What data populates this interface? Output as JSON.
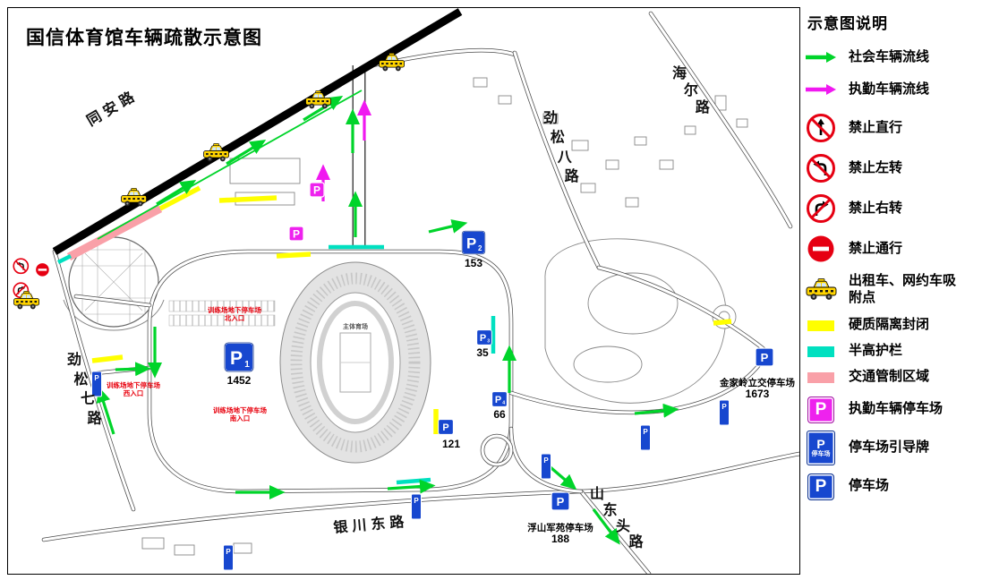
{
  "title": "国信体育馆车辆疏散示意图",
  "glyphs": {
    "p": "P"
  },
  "map": {
    "roads": [
      {
        "name": "同安路"
      },
      {
        "name": "劲松七路"
      },
      {
        "name": "劲松八路"
      },
      {
        "name": "海尔路"
      },
      {
        "name": "银川东路"
      },
      {
        "name": "山东头路"
      }
    ],
    "stadium_label": "主体育场",
    "entrances": [
      {
        "line1": "训练场地下停车场",
        "line2": "北入口"
      },
      {
        "line1": "训练场地下停车场",
        "line2": "西入口"
      },
      {
        "line1": "训练场地下停车场",
        "line2": "南入口"
      }
    ],
    "parkings": [
      {
        "letter": "P",
        "sub": "1",
        "count": "1452"
      },
      {
        "letter": "P",
        "sub": "2",
        "count": "153"
      },
      {
        "letter": "P",
        "sub": "3",
        "count": "35"
      },
      {
        "letter": "P",
        "sub": "4",
        "count": "66"
      },
      {
        "letter": "P",
        "sub": "",
        "count": "121"
      },
      {
        "letter": "P",
        "sub": "",
        "count": "1673",
        "name": "金家岭立交停车场"
      },
      {
        "letter": "P",
        "sub": "",
        "count": "188",
        "name": "浮山军苑停车场"
      }
    ]
  },
  "legend": {
    "title": "示意图说明",
    "items": [
      {
        "icon": "green-arrow",
        "label": "社会车辆流线"
      },
      {
        "icon": "magenta-arrow",
        "label": "执勤车辆流线"
      },
      {
        "icon": "no-straight-sign",
        "label": "禁止直行"
      },
      {
        "icon": "no-left-turn-sign",
        "label": "禁止左转"
      },
      {
        "icon": "no-right-turn-sign",
        "label": "禁止右转"
      },
      {
        "icon": "no-entry-sign",
        "label": "禁止通行"
      },
      {
        "icon": "taxi-icon",
        "label": "出租车、网约车吸附点"
      },
      {
        "icon": "yellow-barrier-swatch",
        "label": "硬质隔离封闭"
      },
      {
        "icon": "half-height-fence-swatch",
        "label": "半高护栏"
      },
      {
        "icon": "traffic-control-swatch",
        "label": "交通管制区域"
      },
      {
        "icon": "duty-parking-sign",
        "label": "执勤车辆停车场"
      },
      {
        "icon": "parking-guide-board",
        "label": "停车场引导牌"
      },
      {
        "icon": "parking-sign",
        "label": "停车场"
      }
    ],
    "board_text": "停车场"
  },
  "colors": {
    "social_flow": "#00d42a",
    "duty_flow": "#f018f0",
    "barrier_yellow": "#ffff00",
    "fence_cyan": "#00e0c0",
    "control_pink": "#f9a0a8",
    "parking_blue": "#1747cf",
    "duty_magenta": "#ee22ee",
    "sign_red": "#e60012"
  }
}
